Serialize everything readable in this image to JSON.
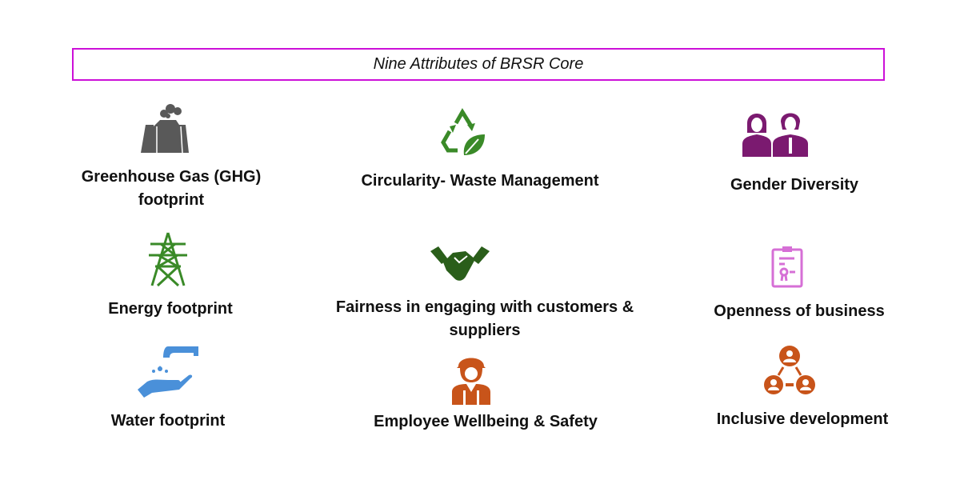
{
  "title": "Nine Attributes of BRSR Core",
  "attributes": [
    {
      "label_line1": "Greenhouse Gas (GHG)",
      "label_line2": "footprint",
      "icon": "factory-smoke-icon",
      "color": "#595959"
    },
    {
      "label": "Circularity- Waste Management",
      "icon": "recycle-leaf-icon",
      "color": "#3a8a28"
    },
    {
      "label": "Gender Diversity",
      "icon": "woman-man-icon",
      "color": "#7b1a70"
    },
    {
      "label": "Energy footprint",
      "icon": "power-tower-icon",
      "color": "#3a8a28"
    },
    {
      "label_line1": "Fairness in engaging with  customers &",
      "label_line2": "suppliers",
      "icon": "handshake-icon",
      "color": "#2a5e1a"
    },
    {
      "label": "Openness of business",
      "icon": "clipboard-certificate-icon",
      "color": "#d66fd6"
    },
    {
      "label": "Water footprint",
      "icon": "tap-hand-icon",
      "color": "#4a90d9"
    },
    {
      "label": "Employee Wellbeing & Safety",
      "icon": "worker-helmet-icon",
      "color": "#c8541a"
    },
    {
      "label": "Inclusive development",
      "icon": "people-network-icon",
      "color": "#c8541a"
    }
  ]
}
